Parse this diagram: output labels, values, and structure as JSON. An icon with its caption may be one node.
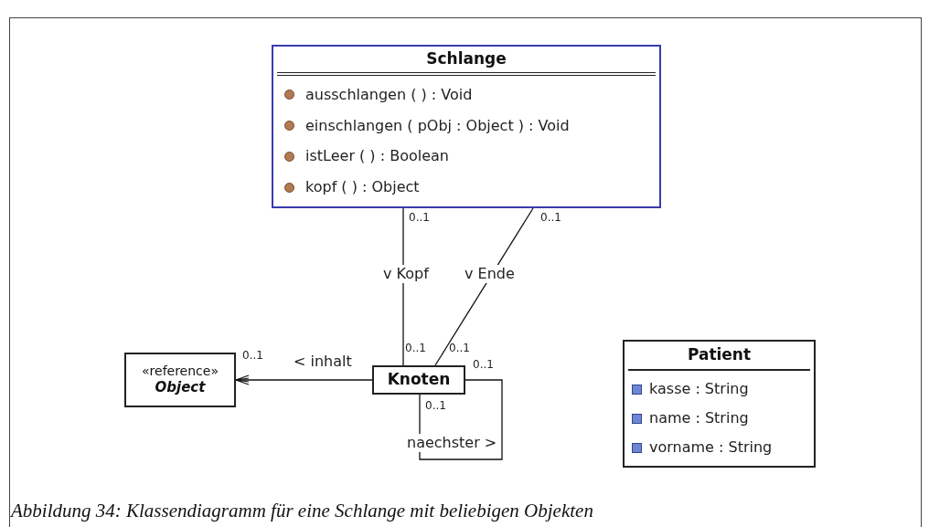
{
  "diagram": {
    "caption": "Abbildung 34: Klassendiagramm für eine Schlange mit beliebigen Objekten",
    "nodes": [
      {
        "text": [
          "Schlange",
          "ausschlangen ( ) : Void",
          "einschlangen ( pObj : Object ) : Void",
          "istLeer ( ) : Boolean",
          "kopf ( ) : Object"
        ]
      },
      {
        "text": [
          "«reference»",
          "Object"
        ]
      },
      {
        "text": [
          "Knoten"
        ]
      },
      {
        "text": [
          "Patient",
          "kasse : String",
          "name : String",
          "vorname : String"
        ]
      }
    ],
    "edges": [
      {
        "from": 0,
        "to": 2,
        "arrow": "none",
        "label": "v Kopf"
      },
      {
        "from": 0,
        "to": 2,
        "arrow": "none",
        "label": "v Ende"
      },
      {
        "from": 2,
        "to": 1,
        "arrow": "to",
        "label": "< inhalt"
      },
      {
        "from": 2,
        "to": 2,
        "arrow": "none",
        "label": "naechster >"
      }
    ],
    "labels": [
      "0..1",
      "0..1",
      "0..1",
      "0..1",
      "0..1",
      "0..1",
      "0..1"
    ]
  }
}
